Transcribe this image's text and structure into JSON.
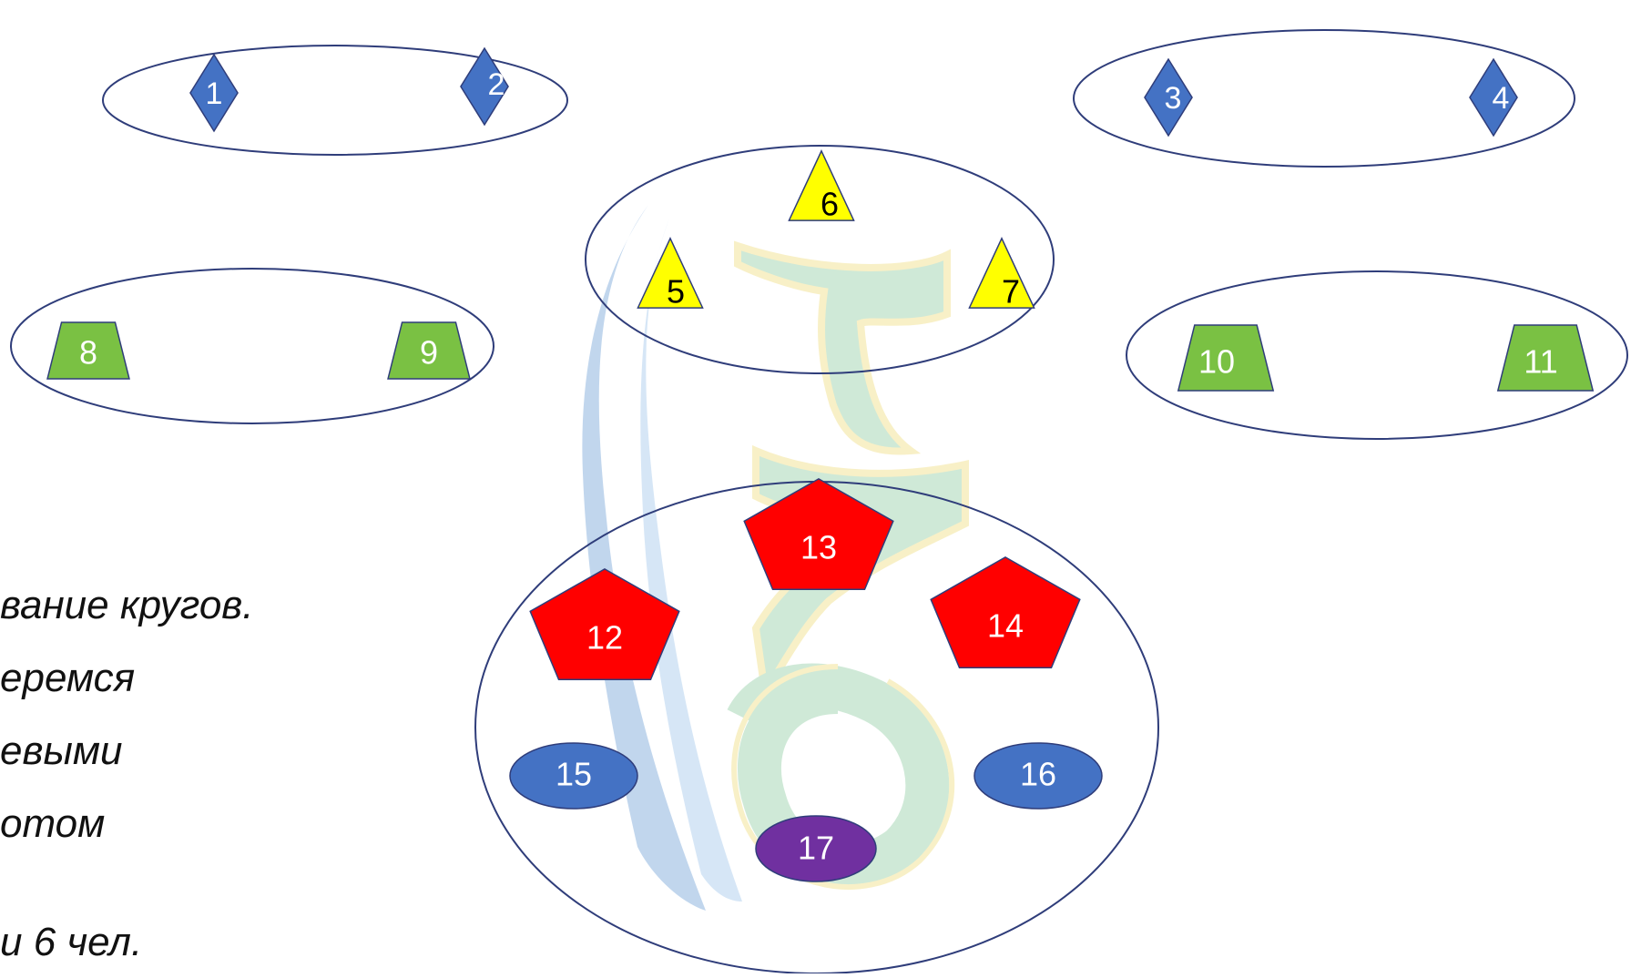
{
  "caption": [
    "вание кругов.",
    "еремся",
    "евыми",
    "отом",
    "и 6 чел."
  ],
  "groups": [
    {
      "name": "group-top-left",
      "markers": [
        {
          "label": "1",
          "shape": "diamond",
          "color": "#4472c4"
        },
        {
          "label": "2",
          "shape": "diamond",
          "color": "#4472c4"
        }
      ]
    },
    {
      "name": "group-top-right",
      "markers": [
        {
          "label": "3",
          "shape": "diamond",
          "color": "#4472c4"
        },
        {
          "label": "4",
          "shape": "diamond",
          "color": "#4472c4"
        }
      ]
    },
    {
      "name": "group-center-top",
      "markers": [
        {
          "label": "5",
          "shape": "triangle",
          "color": "#ffff00"
        },
        {
          "label": "6",
          "shape": "triangle",
          "color": "#ffff00"
        },
        {
          "label": "7",
          "shape": "triangle",
          "color": "#ffff00"
        }
      ]
    },
    {
      "name": "group-middle-left",
      "markers": [
        {
          "label": "8",
          "shape": "trapezoid",
          "color": "#7ac143"
        },
        {
          "label": "9",
          "shape": "trapezoid",
          "color": "#7ac143"
        }
      ]
    },
    {
      "name": "group-middle-right",
      "markers": [
        {
          "label": "10",
          "shape": "trapezoid",
          "color": "#7ac143"
        },
        {
          "label": "11",
          "shape": "trapezoid",
          "color": "#7ac143"
        }
      ]
    },
    {
      "name": "group-bottom",
      "markers": [
        {
          "label": "12",
          "shape": "pentagon",
          "color": "#ff0000"
        },
        {
          "label": "13",
          "shape": "pentagon",
          "color": "#ff0000"
        },
        {
          "label": "14",
          "shape": "pentagon",
          "color": "#ff0000"
        },
        {
          "label": "15",
          "shape": "oval",
          "color": "#4472c4"
        },
        {
          "label": "16",
          "shape": "oval",
          "color": "#4472c4"
        },
        {
          "label": "17",
          "shape": "oval",
          "color": "#7030a0"
        }
      ]
    }
  ],
  "colors": {
    "outline": "#2f3d7a",
    "watermark_blue": "#8fb6e0",
    "watermark_green": "#a8d8b8",
    "watermark_yellow": "#f3e49a"
  }
}
